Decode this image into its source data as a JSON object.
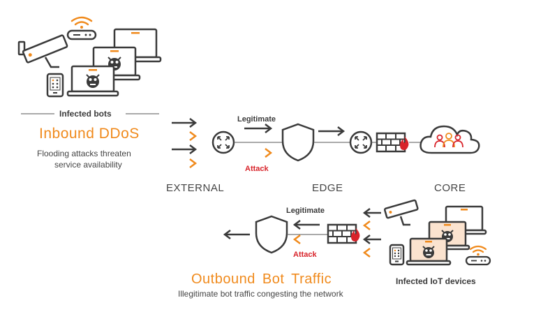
{
  "colors": {
    "dark": "#3a3a3a",
    "orange": "#f08a1c",
    "red": "#d8232a",
    "grey_line": "#555555",
    "light_orange_fill": "#fbe3cf"
  },
  "inbound": {
    "bots_label": "Infected bots",
    "title": "Inbound DDoS",
    "desc_line1": "Flooding attacks threaten",
    "desc_line2": "service availability",
    "legit_label": "Legitimate",
    "attack_label": "Attack"
  },
  "zones": {
    "external": "EXTERNAL",
    "edge": "EDGE",
    "core": "CORE"
  },
  "outbound": {
    "legit_label": "Legitimate",
    "attack_label": "Attack",
    "title": "Outbound Bot Traffic",
    "desc": "Illegitimate bot traffic congesting the network",
    "devices_label": "Infected IoT devices"
  },
  "icons": [
    "security-camera-icon",
    "wifi-router-icon",
    "laptop-icon",
    "bot-face-icon",
    "smartphone-icon",
    "router-icon",
    "shield-icon",
    "firewall-icon",
    "flame-icon",
    "cloud-icon",
    "users-icon",
    "arrow-right-icon",
    "arrow-left-icon"
  ]
}
